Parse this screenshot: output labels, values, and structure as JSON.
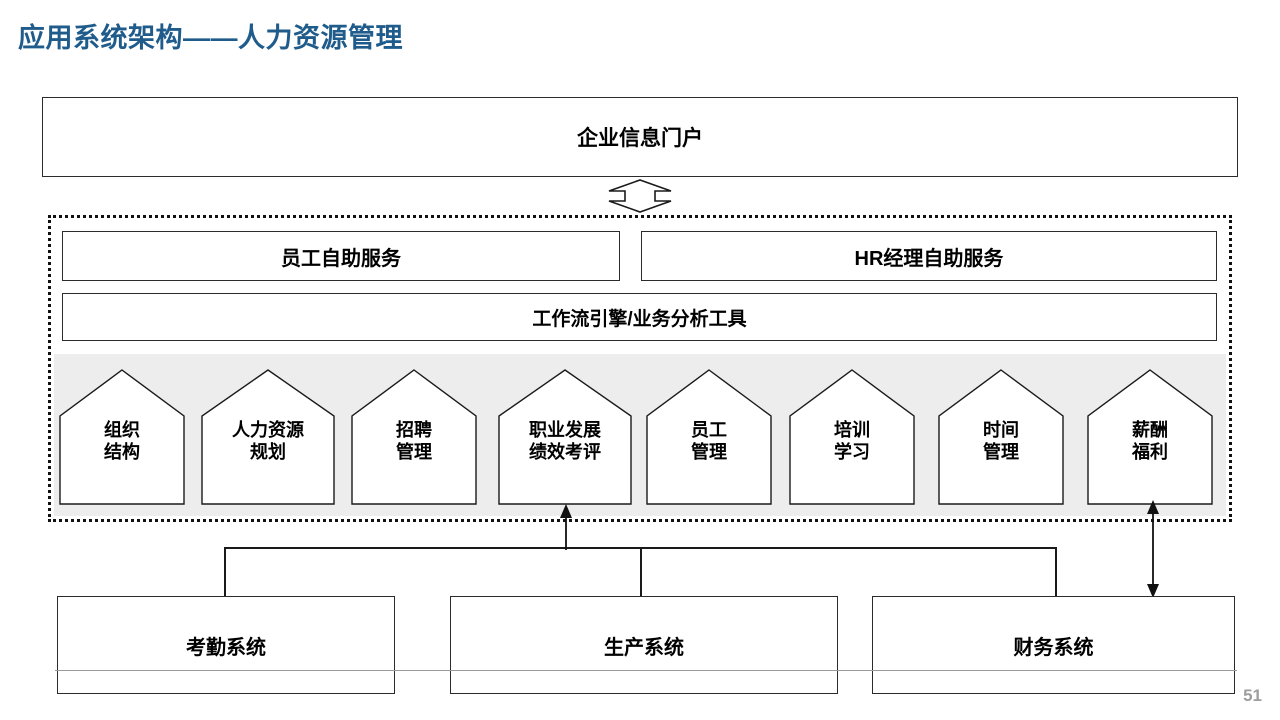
{
  "slide": {
    "title": "应用系统架构——人力资源管理",
    "title_color": "#1F5C8B",
    "page_number": "51",
    "background": "#FFFFFF"
  },
  "portal": {
    "label": "企业信息门户"
  },
  "connector_top": {
    "icon": "double-headed-up-down-arrow"
  },
  "platform_panel": {
    "border_style": "dotted",
    "band_color": "#EDEDED",
    "services": [
      {
        "label": "员工自助服务"
      },
      {
        "label": "HR经理自助服务"
      }
    ],
    "workflow": {
      "label": "工作流引擎/业务分析工具"
    },
    "modules": [
      {
        "label": "组织\n结构"
      },
      {
        "label": "人力资源\n规划"
      },
      {
        "label": "招聘\n管理"
      },
      {
        "label": "职业发展\n绩效考评"
      },
      {
        "label": "员工\n管理"
      },
      {
        "label": "培训\n学习"
      },
      {
        "label": "时间\n管理"
      },
      {
        "label": "薪酬\n福利"
      }
    ]
  },
  "external_systems": [
    {
      "label": "考勤系统"
    },
    {
      "label": "生产系统"
    },
    {
      "label": "财务系统"
    }
  ],
  "arrows": [
    {
      "name": "arrow-up-to-career-development",
      "direction": "up"
    },
    {
      "name": "arrow-double-compensation-finance",
      "direction": "both"
    }
  ]
}
